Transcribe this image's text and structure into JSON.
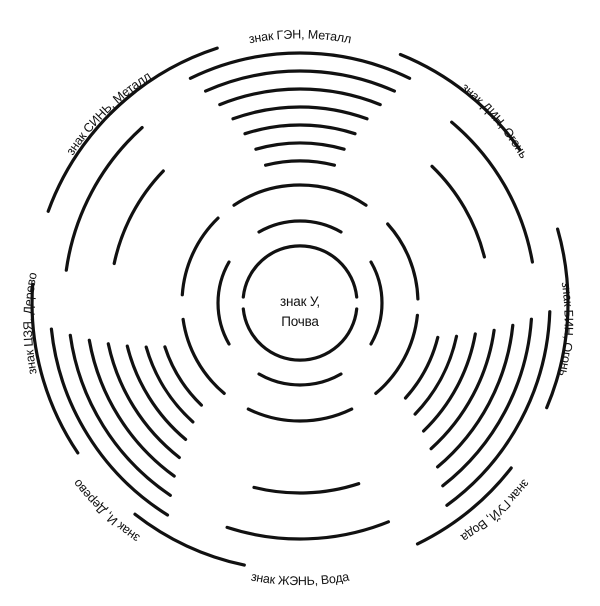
{
  "center": {
    "line1": "знак У,",
    "line2": "Почва"
  },
  "signs": [
    {
      "id": "gen",
      "label": "знак ГЭН, Металл"
    },
    {
      "id": "din",
      "label": "знак ДИН, Огонь"
    },
    {
      "id": "bin",
      "label": "знак БИН, Огонь"
    },
    {
      "id": "gui",
      "label": "знак ГУЙ, Вода"
    },
    {
      "id": "zhen",
      "label": "знак ЖЭНЬ, Вода"
    },
    {
      "id": "i",
      "label": "знак И, Дерево"
    },
    {
      "id": "tszya",
      "label": "знак ЦЗЯ, Дерево"
    },
    {
      "id": "sin",
      "label": "знак СИНЬ, Металл"
    }
  ],
  "colors": {
    "stroke": "#111111",
    "background": "#ffffff"
  }
}
